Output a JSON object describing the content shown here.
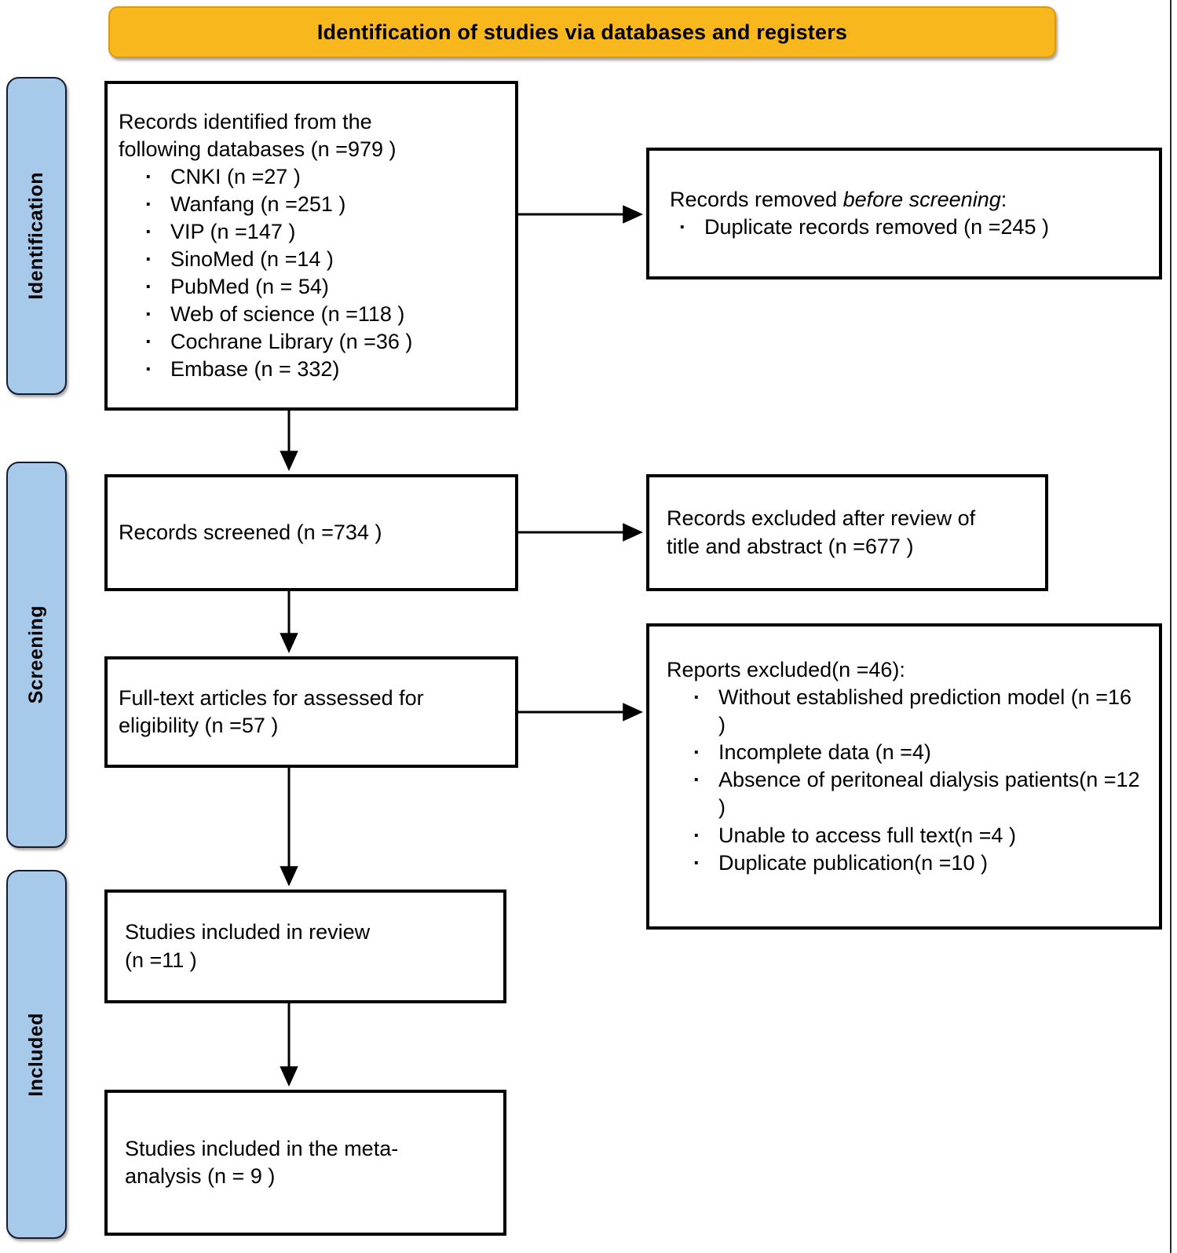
{
  "banner": {
    "title": "Identification of studies via databases and registers",
    "color": "#F7B71D"
  },
  "phases": [
    {
      "label": "Identification"
    },
    {
      "label": "Screening"
    },
    {
      "label": "Included"
    }
  ],
  "boxes": {
    "identified": {
      "line1": "Records identified from the",
      "line2": "following databases (n =979 )",
      "databases": [
        "CNKI (n =27 )",
        "Wanfang (n =251 )",
        "VIP (n =147 )",
        "SinoMed (n =14 )",
        "PubMed (n = 54)",
        "Web of science (n =118 )",
        "Cochrane Library (n =36 )",
        "Embase (n = 332)"
      ]
    },
    "removed_before_screening": {
      "heading_plain": "Records removed ",
      "heading_italic": "before screening",
      "heading_tail": ":",
      "items": [
        "Duplicate records removed  (n =245 )"
      ]
    },
    "records_screened": {
      "line1": "Records screened (n =734 )"
    },
    "records_excluded": {
      "line1": "Records excluded after review of",
      "line2": "title and abstract (n =677 )"
    },
    "fulltext_assessed": {
      "line1": "Full-text articles for assessed for",
      "line2": "eligibility (n =57 )"
    },
    "reports_excluded": {
      "heading": "Reports excluded(n =46):",
      "items": [
        "Without established prediction model (n =16 )",
        "Incomplete data (n =4)",
        "Absence of peritoneal dialysis patients(n =12 )",
        "Unable to access full text(n =4 )",
        "Duplicate publication(n =10 )"
      ]
    },
    "included_review": {
      "line1": "Studies included in review",
      "line2": "(n =11 )"
    },
    "included_meta": {
      "line1": "Studies included in the meta-",
      "line2": "analysis (n = 9 )"
    }
  },
  "colors": {
    "phase_bar": "#A7CAEB",
    "banner": "#F7B71D",
    "box_border": "#000000",
    "arrow": "#000000"
  }
}
